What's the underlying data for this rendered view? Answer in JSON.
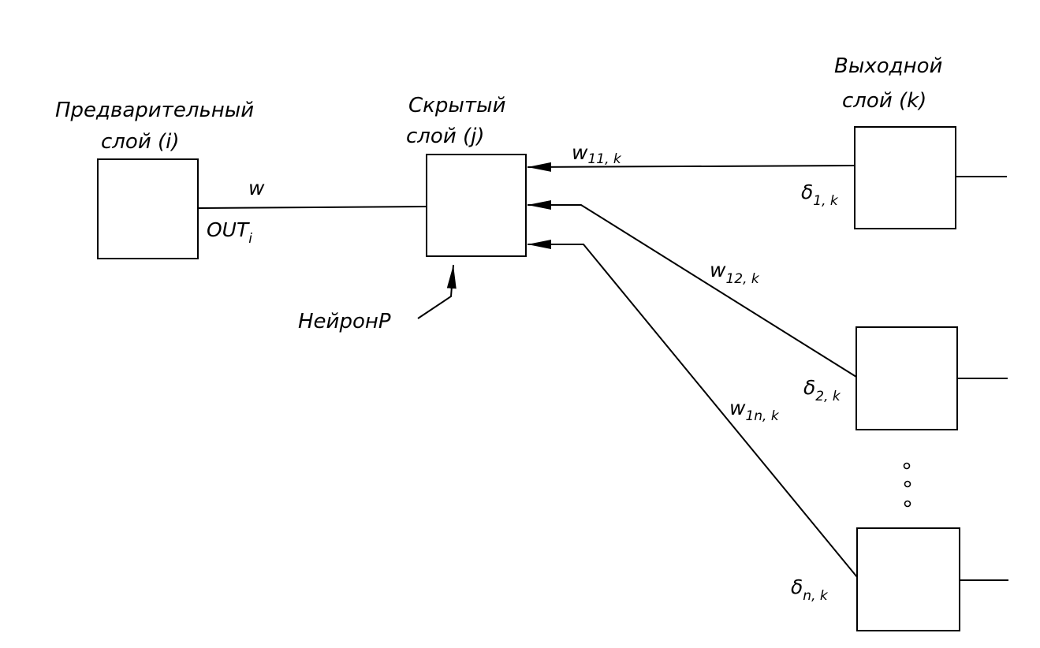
{
  "labels": {
    "input_layer_line1": "Предварительный",
    "input_layer_line2": "слой (i)",
    "hidden_layer_line1": "Скрытый",
    "hidden_layer_line2": "слой (j)",
    "output_layer_line1": "Выходной",
    "output_layer_line2": "слой (k)",
    "neuron_p": "НейронP",
    "w": "w",
    "out": "OUT",
    "out_sub": "i",
    "w11_main": "w",
    "w11_sub": "11, k",
    "w12_main": "w",
    "w12_sub": "12, k",
    "w1n_main": "w",
    "w1n_sub": "1n, k",
    "delta1_main": "δ",
    "delta1_sub": "1, k",
    "delta2_main": "δ",
    "delta2_sub": "2, k",
    "deltan_main": "δ",
    "deltan_sub": "n, k"
  }
}
